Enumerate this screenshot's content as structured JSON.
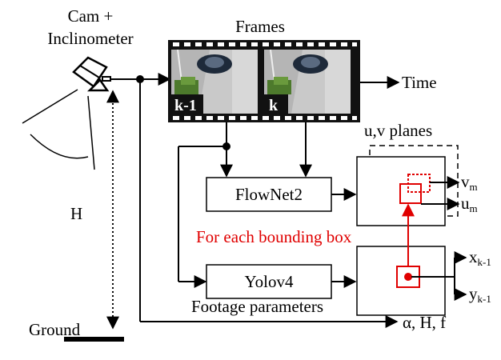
{
  "device": {
    "line1": "Cam +",
    "line2": "Inclinometer"
  },
  "frames": {
    "title": "Frames",
    "prev_label": "k-1",
    "curr_label": "k",
    "time_label": "Time"
  },
  "height_label": "H",
  "ground_label": "Ground",
  "uv": {
    "title": "u,v planes",
    "v_main": "v",
    "v_sub": "m",
    "u_main": "u",
    "u_sub": "m"
  },
  "flownet": {
    "label": "FlowNet2"
  },
  "yolo": {
    "label": "Yolov4"
  },
  "bbox_note": "For each bounding box",
  "yolo_out": {
    "x_main": "x",
    "x_sub": "k-1",
    "y_main": "y",
    "y_sub": "k-1"
  },
  "footage": {
    "label": "Footage parameters",
    "params": "α, H, f"
  },
  "colors": {
    "accent": "#e00000",
    "line": "#000000"
  }
}
